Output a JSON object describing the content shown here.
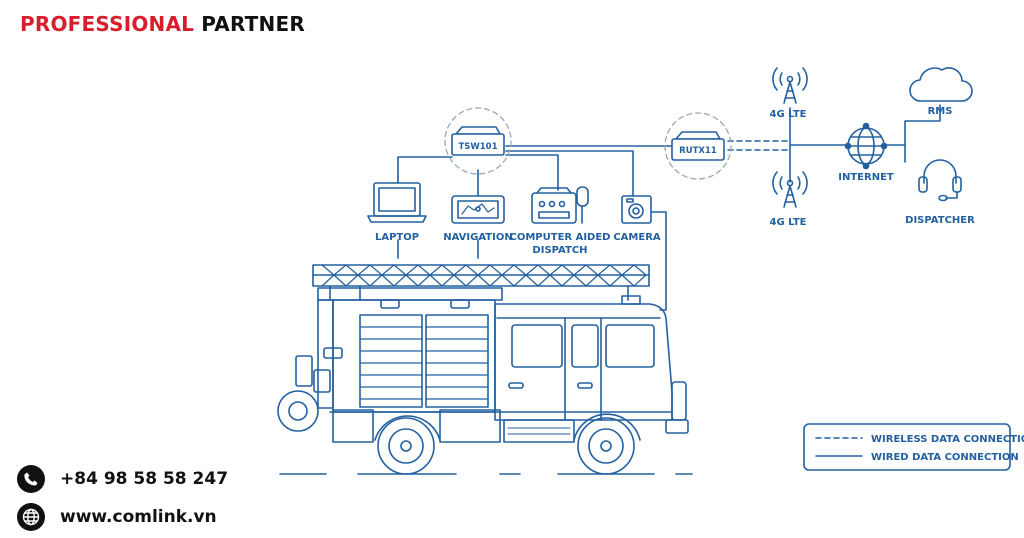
{
  "brand": {
    "part1": "PROFESSIONAL",
    "part2": "PARTNER"
  },
  "nodes": {
    "switch": "TSW101",
    "router": "RUTX11",
    "laptop": "LAPTOP",
    "navigation": "NAVIGATION",
    "cad_line1": "COMPUTER AIDED",
    "cad_line2": "DISPATCH",
    "camera": "CAMERA",
    "lte_top": "4G LTE",
    "lte_bottom": "4G LTE",
    "internet": "INTERNET",
    "rms": "RMS",
    "dispatcher": "DISPATCHER"
  },
  "legend": {
    "wireless": "WIRELESS DATA CONNECTION",
    "wired": "WIRED DATA CONNECTION"
  },
  "contact": {
    "phone": "+84 98 58 58 247",
    "website": "www.comlink.vn"
  },
  "colors": {
    "line": "#2360a0",
    "brand_red": "#d71f2c",
    "dashed_circle": "#9aa8b8"
  }
}
